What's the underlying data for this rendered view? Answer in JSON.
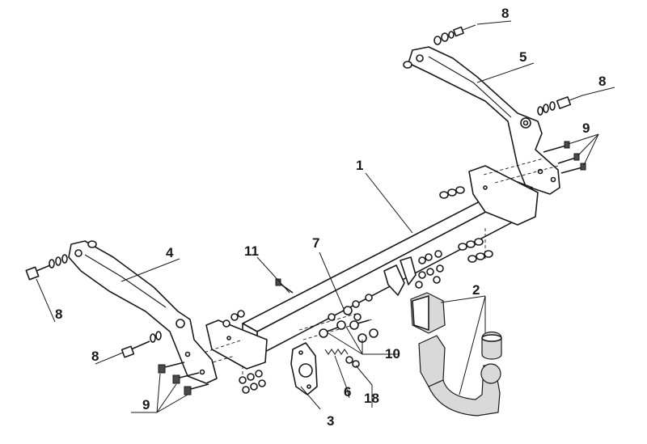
{
  "diagram": {
    "callouts": [
      {
        "id": "c8a",
        "label": "8"
      },
      {
        "id": "c5",
        "label": "5"
      },
      {
        "id": "c8b",
        "label": "8"
      },
      {
        "id": "c9a",
        "label": "9"
      },
      {
        "id": "c1",
        "label": "1"
      },
      {
        "id": "c4",
        "label": "4"
      },
      {
        "id": "c11",
        "label": "11"
      },
      {
        "id": "c7",
        "label": "7"
      },
      {
        "id": "c2",
        "label": "2"
      },
      {
        "id": "c8c",
        "label": "8"
      },
      {
        "id": "c8d",
        "label": "8"
      },
      {
        "id": "c10",
        "label": "10"
      },
      {
        "id": "c9b",
        "label": "9"
      },
      {
        "id": "c6",
        "label": "6"
      },
      {
        "id": "c18",
        "label": "18"
      },
      {
        "id": "c3",
        "label": "3"
      }
    ]
  }
}
